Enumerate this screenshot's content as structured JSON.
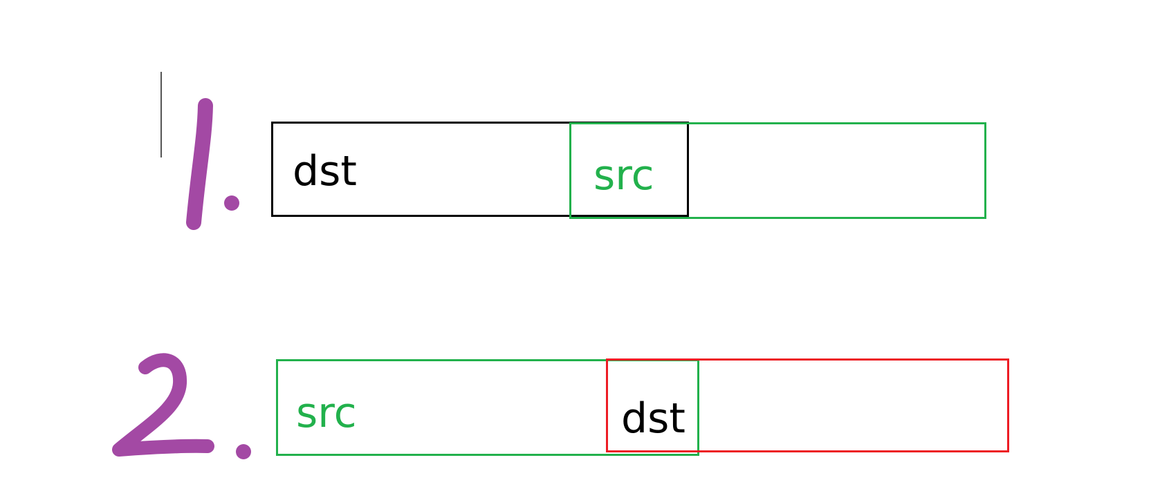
{
  "colors": {
    "background": "#ffffff",
    "black": "#000000",
    "green": "#22b14c",
    "red": "#ed1c24",
    "purple": "#a349a4"
  },
  "case1": {
    "number": "1.",
    "dst_label": "dst",
    "src_label": "src"
  },
  "case2": {
    "number": "2.",
    "src_label": "src",
    "dst_label": "dst"
  }
}
